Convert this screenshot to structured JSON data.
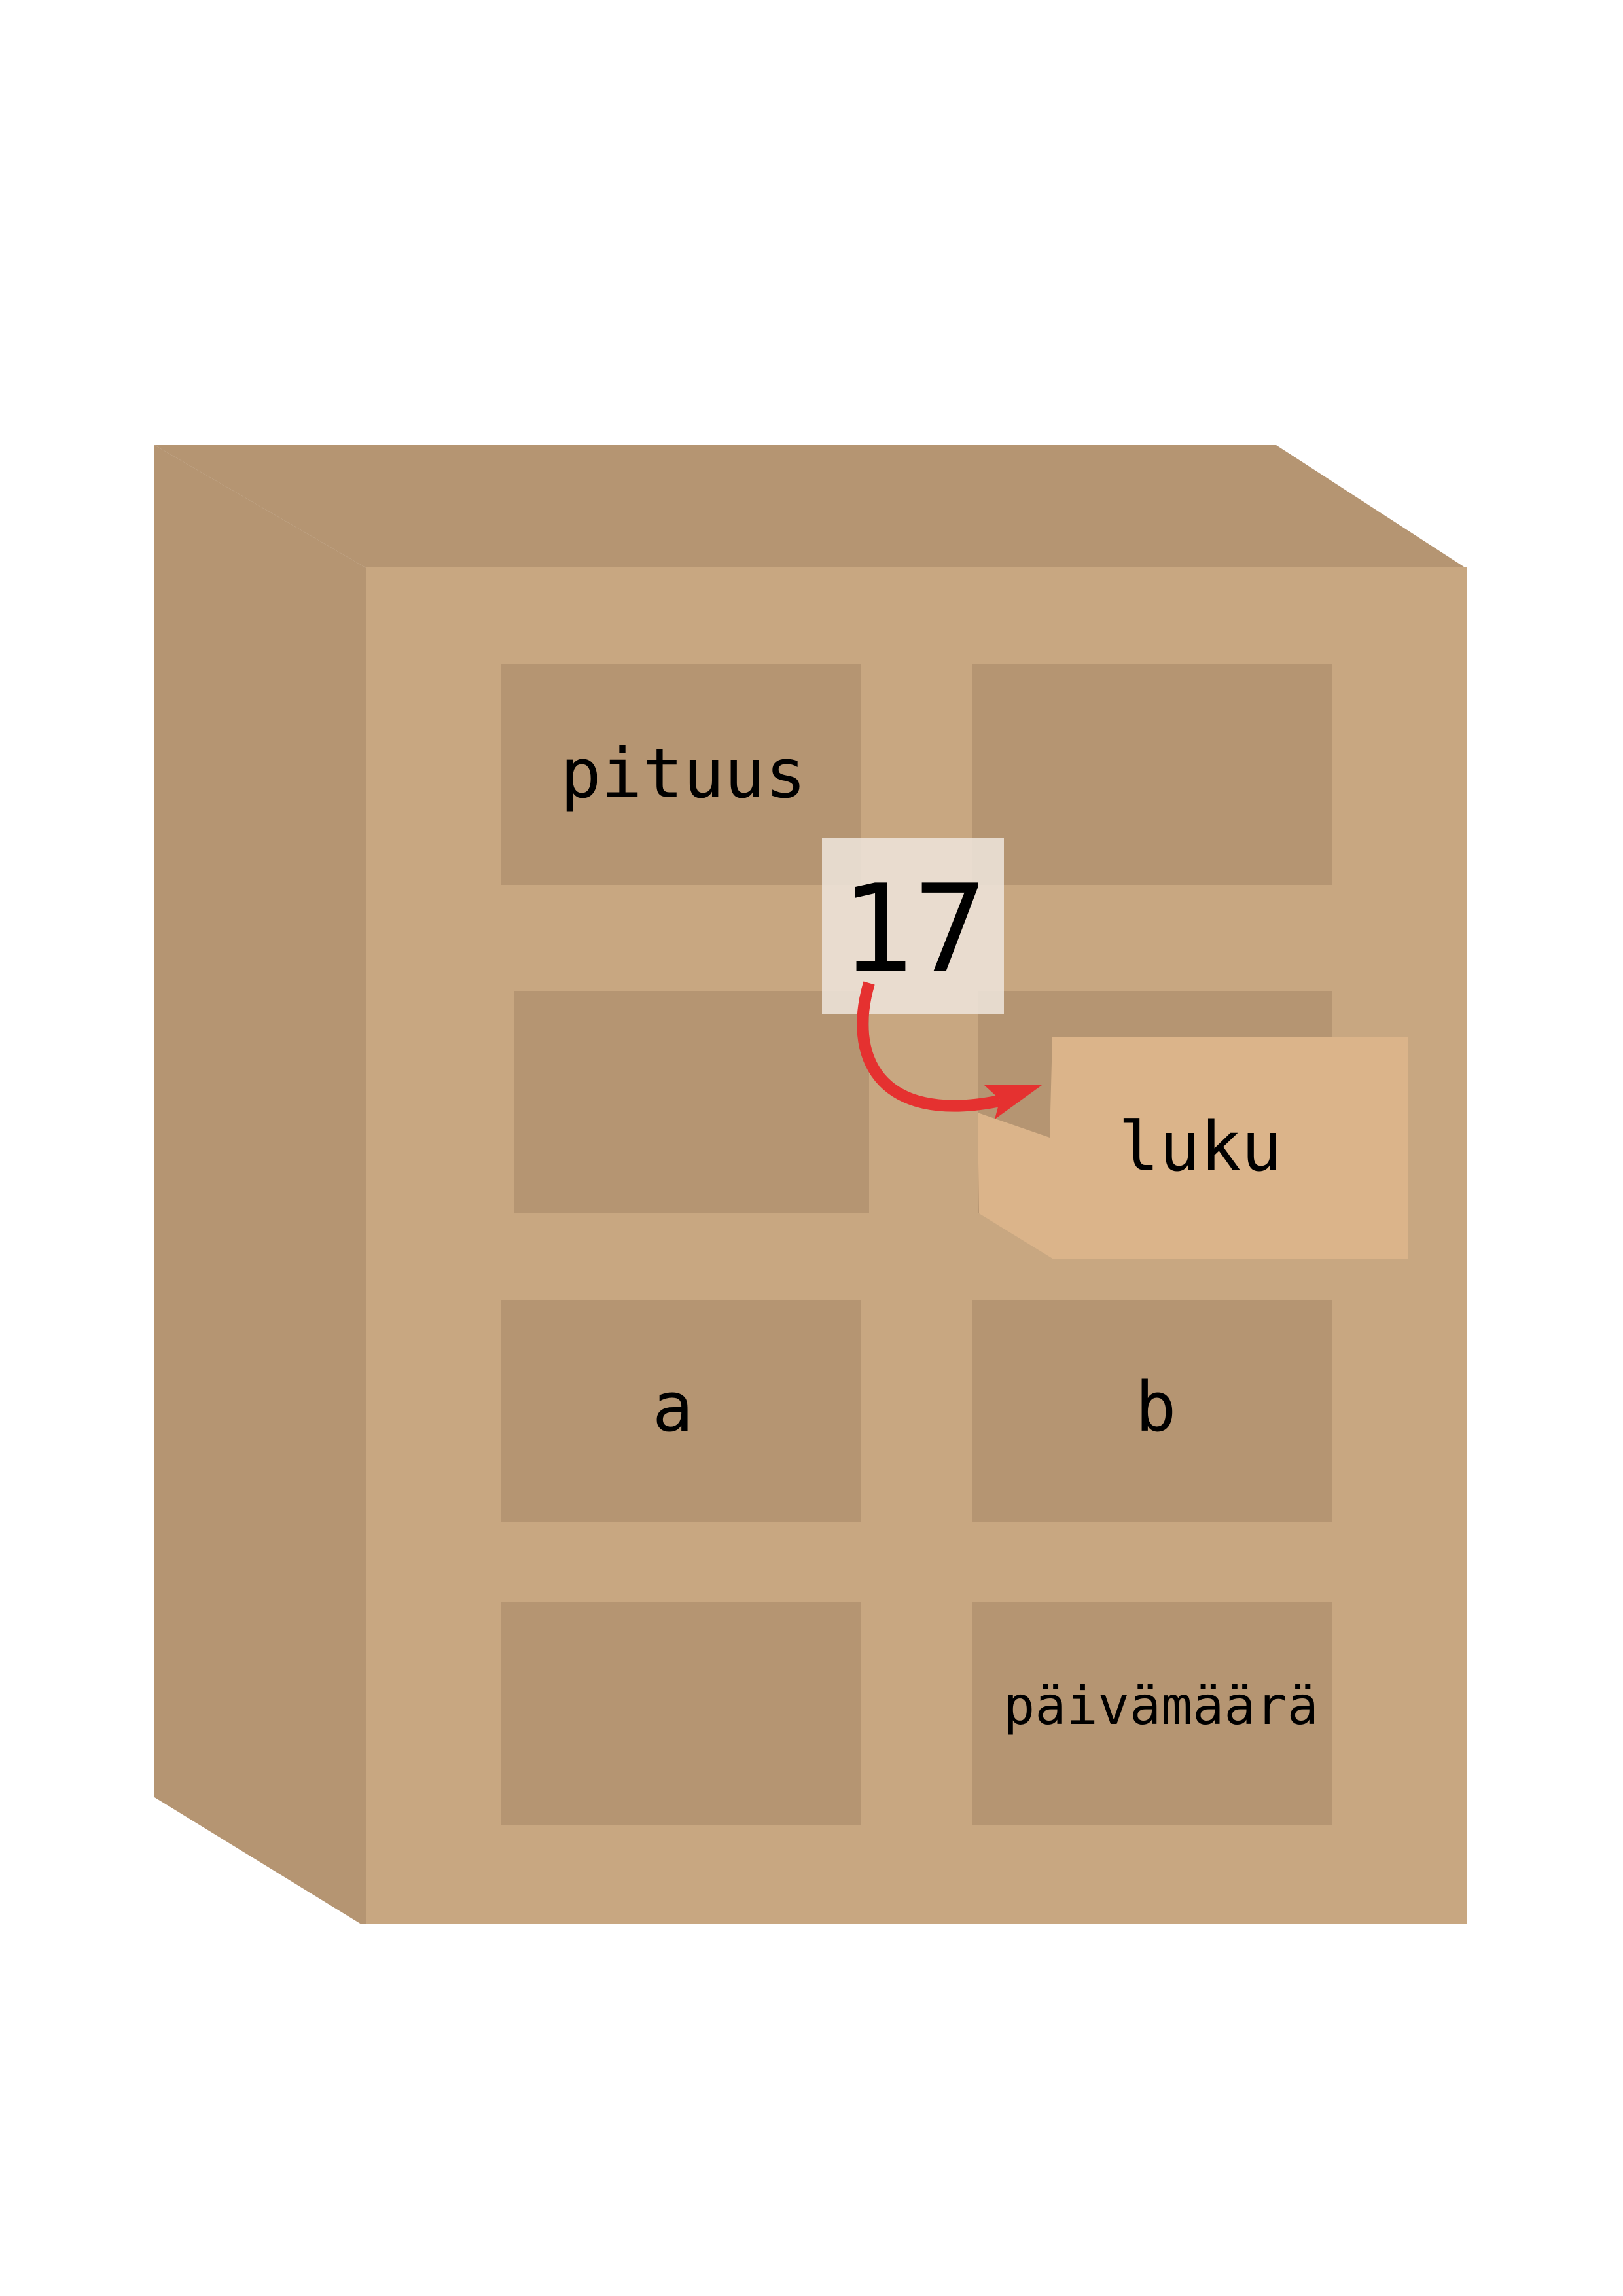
{
  "cabinet": {
    "colors": {
      "side": "#b59572",
      "front": "#c8a781",
      "drawer": "#b59572",
      "open_drawer": "#dbb48a",
      "value_card": "#ede4da",
      "arrow": "#e53130",
      "text": "#000000"
    },
    "drawers": [
      {
        "label": "pituus"
      },
      {
        "label": ""
      },
      {
        "label": ""
      },
      {
        "label": "luku"
      },
      {
        "label": "a"
      },
      {
        "label": "b"
      },
      {
        "label": ""
      },
      {
        "label": "päivämäärä"
      }
    ]
  },
  "value_card": {
    "value": "17"
  }
}
